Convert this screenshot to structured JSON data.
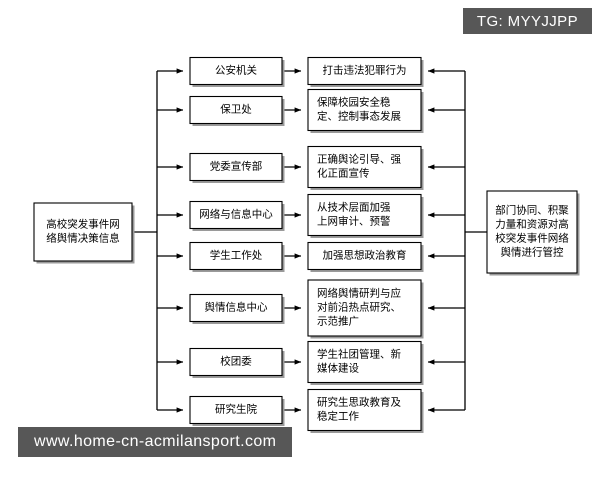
{
  "diagram": {
    "type": "flowchart",
    "orientation": "left-to-right",
    "source": {
      "id": "source",
      "lines": [
        "高校突发事件网",
        "络舆情决策信息"
      ]
    },
    "departments": [
      {
        "id": "dept-1",
        "label": "公安机关"
      },
      {
        "id": "dept-2",
        "label": "保卫处"
      },
      {
        "id": "dept-3",
        "label": "党委宣传部"
      },
      {
        "id": "dept-4",
        "label": "网络与信息中心"
      },
      {
        "id": "dept-5",
        "label": "学生工作处"
      },
      {
        "id": "dept-6",
        "label": "舆情信息中心"
      },
      {
        "id": "dept-7",
        "label": "校团委"
      },
      {
        "id": "dept-8",
        "label": "研究生院"
      }
    ],
    "responsibilities": [
      {
        "id": "resp-1",
        "lines": [
          "打击违法犯罪行为"
        ]
      },
      {
        "id": "resp-2",
        "lines": [
          "保障校园安全稳",
          "定、控制事态发展"
        ]
      },
      {
        "id": "resp-3",
        "lines": [
          "正确舆论引导、强",
          "化正面宣传"
        ]
      },
      {
        "id": "resp-4",
        "lines": [
          "从技术层面加强",
          "上网审计、预警"
        ]
      },
      {
        "id": "resp-5",
        "lines": [
          "加强思想政治教育"
        ]
      },
      {
        "id": "resp-6",
        "lines": [
          "网络舆情研判与应",
          "对前沿热点研究、",
          "示范推广"
        ]
      },
      {
        "id": "resp-7",
        "lines": [
          "学生社团管理、新",
          "媒体建设"
        ]
      },
      {
        "id": "resp-8",
        "lines": [
          "研究生思政教育及",
          "稳定工作"
        ]
      }
    ],
    "outcome": {
      "id": "outcome",
      "lines": [
        "部门协同、积聚",
        "力量和资源对高",
        "校突发事件网络",
        "舆情进行管控"
      ]
    },
    "colors": {
      "box_border": "#000000",
      "box_fill": "#ffffff",
      "shadow": "#9a9a9a",
      "connector": "#000000",
      "watermark_bg": "#575757",
      "watermark_text": "#ffffff"
    }
  },
  "watermarks": {
    "top_right": "TG: MYYJJPP",
    "bottom_left": "www.home-cn-acmilansport.com"
  }
}
